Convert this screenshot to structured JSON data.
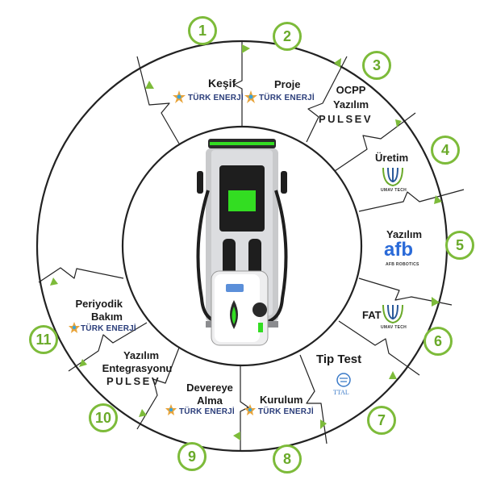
{
  "colors": {
    "accent": "#7dbb3a",
    "number_text": "#6aaa2a",
    "ring": "#222222",
    "screen": "#33dd22"
  },
  "steps": [
    {
      "number": "1",
      "title": "Keşif",
      "logo": "TÜRK ENERJİ"
    },
    {
      "number": "2",
      "title": "Proje",
      "logo": "TÜRK ENERJİ"
    },
    {
      "number": "3",
      "title_line1": "OCPP",
      "title_line2": "Yazılım",
      "logo": "PULSEV"
    },
    {
      "number": "4",
      "title": "Üretim",
      "logo": "UMAV TECH"
    },
    {
      "number": "5",
      "title": "Yazılım",
      "logo": "afb",
      "logo_sub": "AFB ROBOTICS"
    },
    {
      "number": "6",
      "title": "FAT",
      "logo": "UMAV TECH"
    },
    {
      "number": "7",
      "title": "Tip Test",
      "logo": "TTAL"
    },
    {
      "number": "8",
      "title": "Kurulum",
      "logo": "TÜRK ENERJİ"
    },
    {
      "number": "9",
      "title_line1": "Devereye",
      "title_line2": "Alma",
      "logo": "TÜRK ENERJİ"
    },
    {
      "number": "10",
      "title_line1": "Yazılım",
      "title_line2": "Entegrasyonu",
      "logo": "PULSEV"
    },
    {
      "number": "11",
      "title_line1": "Periyodik",
      "title_line2": "Bakım",
      "logo": "TÜRK ENERJİ"
    }
  ]
}
